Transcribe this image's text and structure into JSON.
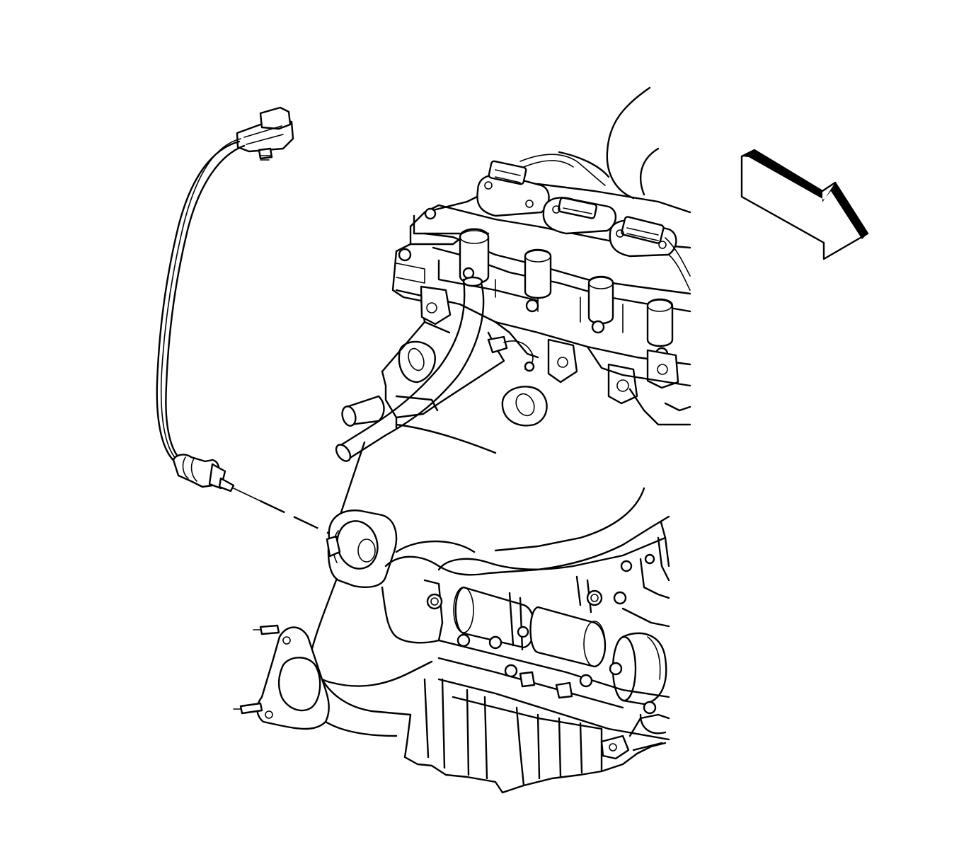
{
  "illustration": {
    "subject": "",
    "components": [
      {
        "name": "oxygen-sensor",
        "icon": "oxygen-sensor-icon"
      },
      {
        "name": "sensor-harness-connector",
        "icon": "connector-icon"
      },
      {
        "name": "exhaust-manifold",
        "icon": "exhaust-manifold-icon"
      },
      {
        "name": "engine-block",
        "icon": "engine-icon"
      },
      {
        "name": "ignition-coils",
        "icon": "ignition-coil-icon"
      },
      {
        "name": "view-direction-arrow",
        "icon": "arrow-icon"
      }
    ],
    "colors": {
      "line": "#000000",
      "background": "#ffffff",
      "arrow_band": "#000000"
    }
  }
}
